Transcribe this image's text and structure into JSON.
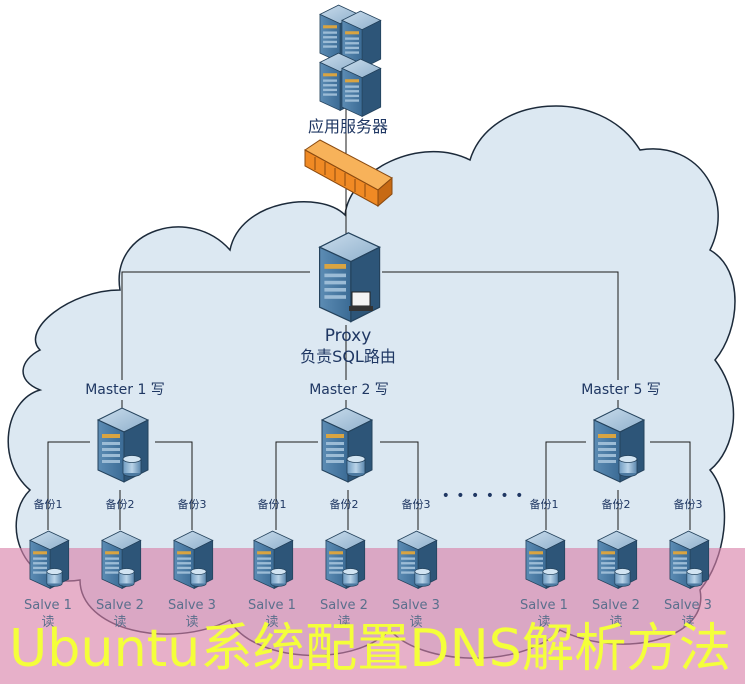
{
  "app_server": {
    "label": "应用服务器"
  },
  "proxy": {
    "name": "Proxy",
    "role": "负责SQL路由"
  },
  "masters": [
    {
      "label": "Master 1 写",
      "backups": [
        {
          "tag": "备份1",
          "name": "Salve 1",
          "role": "读"
        },
        {
          "tag": "备份2",
          "name": "Salve 2",
          "role": "读"
        },
        {
          "tag": "备份3",
          "name": "Salve 3",
          "role": "读"
        }
      ]
    },
    {
      "label": "Master 2 写",
      "backups": [
        {
          "tag": "备份1",
          "name": "Salve 1",
          "role": "读"
        },
        {
          "tag": "备份2",
          "name": "Salve 2",
          "role": "读"
        },
        {
          "tag": "备份3",
          "name": "Salve 3",
          "role": "读"
        }
      ]
    },
    {
      "label": "Master 5 写",
      "backups": [
        {
          "tag": "备份1",
          "name": "Salve 1",
          "role": "读"
        },
        {
          "tag": "备份2",
          "name": "Salve 2",
          "role": "读"
        },
        {
          "tag": "备份3",
          "name": "Salve 3",
          "role": "读"
        }
      ]
    }
  ],
  "ellipsis": "• • • • • •",
  "banner": {
    "text": "Ubuntu系统配置DNS解析方法"
  },
  "colors": {
    "cloud_fill": "#dce8f2",
    "cloud_stroke": "#1c2a3a",
    "firewall": "#f08a24",
    "banner_bg": "#d87fa8",
    "banner_text": "#f4ff3a",
    "line": "#1b1b1b"
  }
}
